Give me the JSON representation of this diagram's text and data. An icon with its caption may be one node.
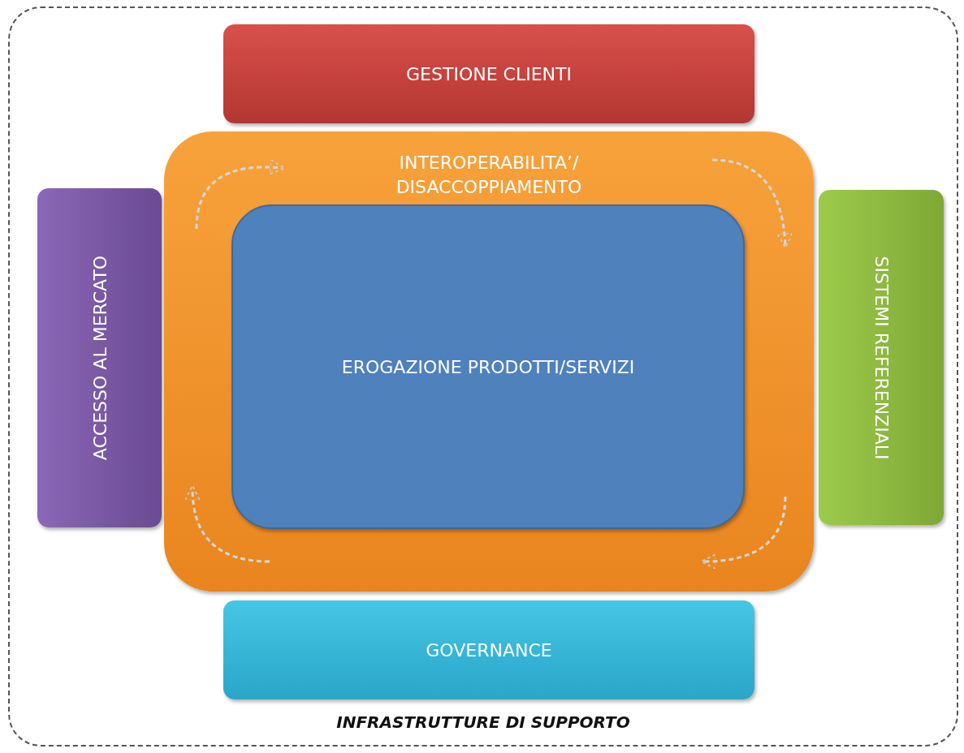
{
  "diagram": {
    "nodes": [
      {
        "text": [
          "INFRASTRUTTURE DI SUPPORTO"
        ]
      },
      {
        "text": [
          "GESTIONE CLIENTI"
        ],
        "in": 0
      },
      {
        "text": [
          "ACCESSO AL MERCATO"
        ],
        "in": 0
      },
      {
        "text": [
          "INTEROPERABILITA’/ DISACCOPPIAMENTO"
        ],
        "in": 0
      },
      {
        "text": [
          "EROGAZIONE PRODOTTI/SERVIZI"
        ],
        "in": 3
      },
      {
        "text": [
          "SISTEMI REFERENZIALI"
        ],
        "in": 0
      },
      {
        "text": [
          "GOVERNANCE"
        ],
        "in": 0
      }
    ],
    "edges": []
  }
}
